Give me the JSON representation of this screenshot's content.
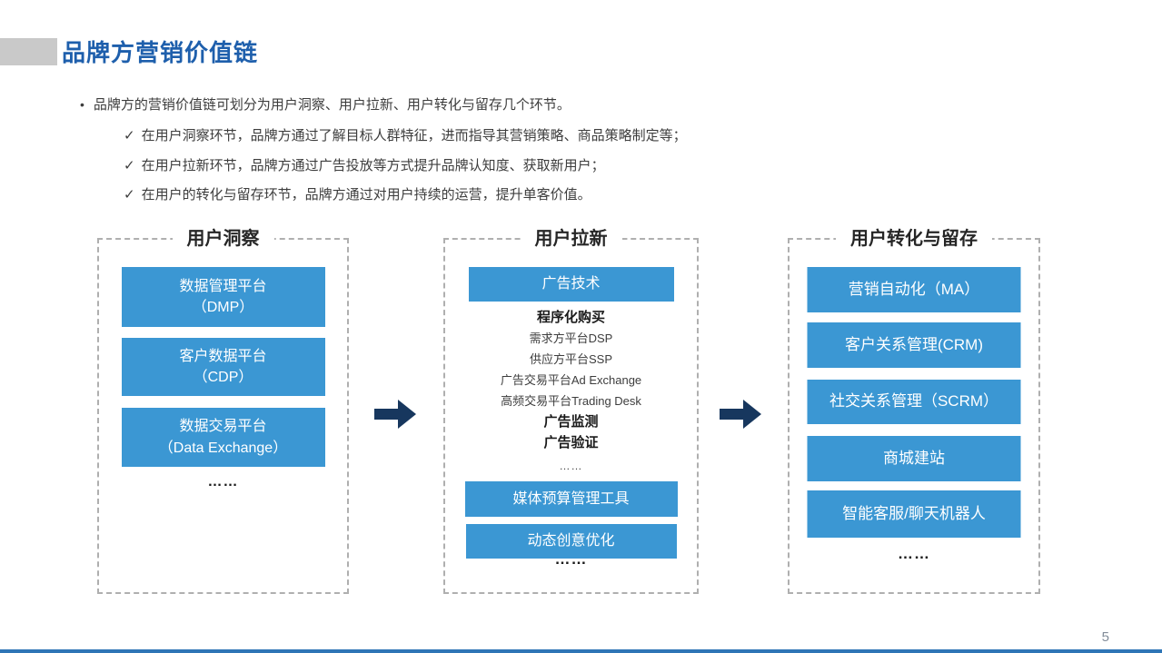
{
  "header": {
    "title": "品牌方营销价值链"
  },
  "bullets": {
    "glyph": "•",
    "check_glyph": "✓",
    "main": "品牌方的营销价值链可划分为用户洞察、用户拉新、用户转化与留存几个环节。",
    "checks": [
      "在用户洞察环节，品牌方通过了解目标人群特征，进而指导其营销策略、商品策略制定等；",
      "在用户拉新环节，品牌方通过广告投放等方式提升品牌认知度、获取新用户；",
      "在用户的转化与留存环节，品牌方通过对用户持续的运营，提升单客价值。"
    ]
  },
  "diagram": {
    "columns": [
      {
        "title": "用户洞察",
        "boxes": [
          "数据管理平台\n（DMP）",
          "客户数据平台\n（CDP）",
          "数据交易平台\n（Data Exchange）"
        ],
        "ellipsis": "……"
      },
      {
        "title": "用户拉新",
        "top_box": "广告技术",
        "items": [
          "程序化购买",
          "需求方平台DSP",
          "供应方平台SSP",
          "广告交易平台Ad Exchange",
          "高频交易平台Trading Desk",
          "广告监测",
          "广告验证",
          "……"
        ],
        "bottom_boxes": [
          "媒体预算管理工具",
          "动态创意优化"
        ],
        "ellipsis": "……"
      },
      {
        "title": "用户转化与留存",
        "boxes": [
          "营销自动化（MA）",
          "客户关系管理(CRM)",
          "社交关系管理（SCRM）",
          "商城建站",
          "智能客服/聊天机器人"
        ],
        "ellipsis": "……"
      }
    ]
  },
  "footer": {
    "page_number": "5"
  },
  "colors": {
    "title_blue": "#1e5fac",
    "box_blue": "#3b97d3",
    "arrow_navy": "#17375e",
    "accent_gray": "#c9c9c9",
    "dash_gray": "#afafaf",
    "bottom_bar_blue": "#2e75b6"
  }
}
